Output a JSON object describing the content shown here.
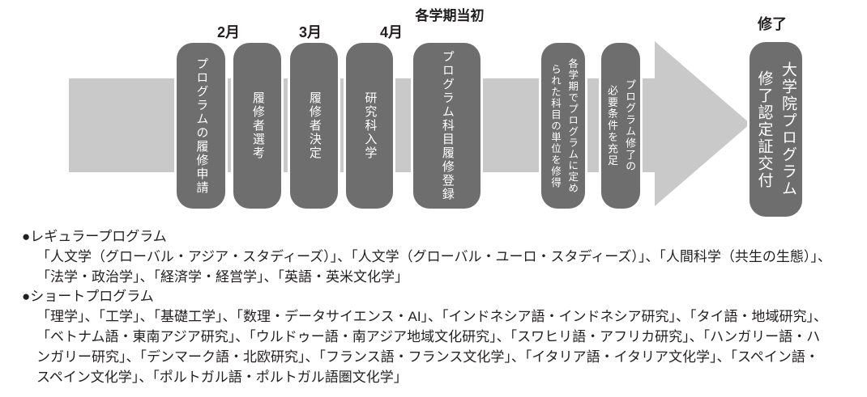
{
  "colors": {
    "pill_gray": "#6e6e6e",
    "arrow_gray": "#c9c9ca",
    "text_black": "#231f20",
    "pill_text": "#ffffff"
  },
  "timeline": {
    "month_labels": [
      {
        "label": "2月"
      },
      {
        "label": "3月"
      },
      {
        "label": "4月"
      }
    ],
    "semester_label": "各学期当初",
    "completion_label": "修了",
    "steps": [
      {
        "label": "プログラムの履修申請"
      },
      {
        "label": "履修者選考"
      },
      {
        "label": "履修者決定"
      },
      {
        "label": "研究科入学"
      },
      {
        "label": "プログラム科目履修登録"
      },
      {
        "label": "各学期でプログラムに定め\nられた科目の単位を修得"
      },
      {
        "label": "プログラム修了の\n必要条件を充足"
      },
      {
        "label": "大学院プログラム\n修了認定証交付"
      }
    ]
  },
  "programs": {
    "regular": {
      "heading": "●レギュラープログラム",
      "lines": [
        "「人文学（グローバル・アジア・スタディーズ）」、「人文学（グローバル・ユーロ・スタディーズ）」、「人間科学（共生の生態）」、",
        "「法学・政治学」、「経済学・経営学」、「英語・英米文化学」"
      ]
    },
    "short": {
      "heading": "●ショートプログラム",
      "lines": [
        "「理学」、「工学」、「基礎工学」、「数理・データサイエンス・AI」、「インドネシア語・インドネシア研究」、「タイ語・地域研究」、",
        "「ベトナム語・東南アジア研究」、「ウルドゥー語・南アジア地域文化研究」、「スワヒリ語・アフリカ研究」、「ハンガリー語・ハ",
        "ンガリー研究」、「デンマーク語・北欧研究」、「フランス語・フランス文化学」、「イタリア語・イタリア文化学」、「スペイン語・",
        "スペイン文化学」、「ポルトガル語・ポルトガル語圏文化学」"
      ]
    }
  }
}
